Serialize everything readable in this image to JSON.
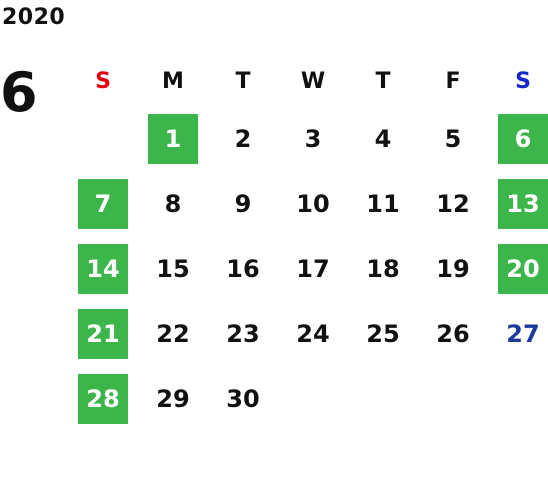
{
  "calendar": {
    "year": "2020",
    "month": "6",
    "weekdays": [
      "S",
      "M",
      "T",
      "W",
      "T",
      "F",
      "S"
    ],
    "weeks": [
      [
        "",
        "1",
        "2",
        "3",
        "4",
        "5",
        "6"
      ],
      [
        "7",
        "8",
        "9",
        "10",
        "11",
        "12",
        "13"
      ],
      [
        "14",
        "15",
        "16",
        "17",
        "18",
        "19",
        "20"
      ],
      [
        "21",
        "22",
        "23",
        "24",
        "25",
        "26",
        "27"
      ],
      [
        "28",
        "29",
        "30",
        "",
        "",
        "",
        ""
      ]
    ],
    "highlight_color": "#3cb54a",
    "sunday_color": "#e60012",
    "saturday_color": "#1428c8"
  }
}
